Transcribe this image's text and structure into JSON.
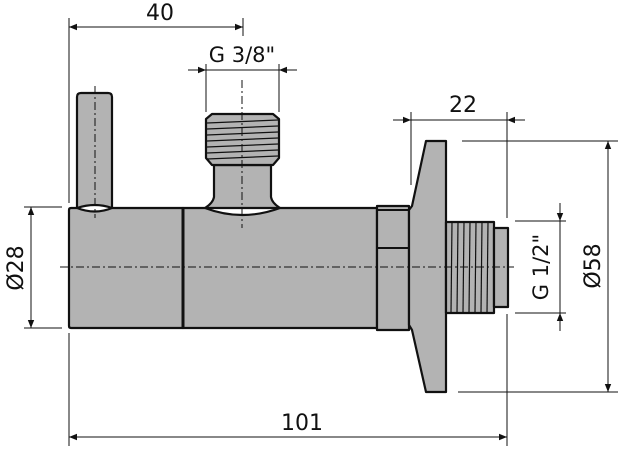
{
  "drawing": {
    "subject": "angle valve technical drawing",
    "fill_color": "#b3b3b3",
    "line_color": "#111111",
    "background": "#ffffff"
  },
  "dimensions": {
    "handle_offset": {
      "label": "40",
      "orientation": "horizontal"
    },
    "outlet_thread": {
      "label": "G 3/8\"",
      "orientation": "horizontal"
    },
    "flange_depth": {
      "label": "22",
      "orientation": "horizontal"
    },
    "body_diameter": {
      "label": "Ø28",
      "orientation": "vertical"
    },
    "inlet_thread": {
      "label": "G 1/2\"",
      "orientation": "vertical"
    },
    "flange_diameter": {
      "label": "Ø58",
      "orientation": "vertical"
    },
    "overall_length": {
      "label": "101",
      "orientation": "horizontal"
    }
  }
}
